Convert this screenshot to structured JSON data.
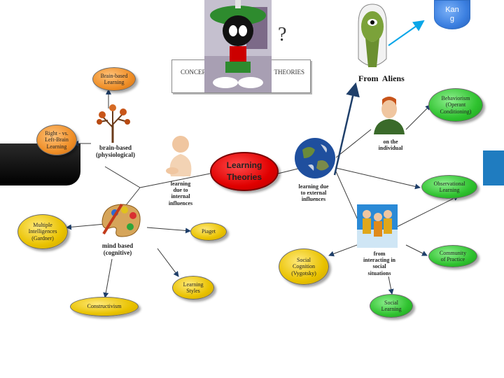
{
  "header": {
    "question_mark": "?",
    "concepts_box_left": "CONCEP",
    "concepts_box_right": "THEORIES",
    "from_aliens": "From  Aliens",
    "kang_label": "Kan\ng"
  },
  "center": {
    "title": "Learning\nTheories"
  },
  "nodes": {
    "brain_based_learning": "Brain-based\nLearning",
    "right_left_brain": "Right - vs.\nLeft-Brain\nLearning",
    "multiple_intelligences": "Multiple\nIntelligences\n(Gardner)",
    "constructivism": "Constructivism",
    "learning_styles": "Learning\nStyles",
    "piaget": "Piaget",
    "social_cognition": "Social\nCognition\n(Vygotsky)",
    "behaviorism": "Behaviorism\n(Operant\nConditioning)",
    "observational_learning": "Observational\nLearning",
    "community_of_practice": "Community\nof Practice",
    "social_learning": "Social\nLearning"
  },
  "labels": {
    "brain_based_physiological": "brain-based\n(physiological)",
    "learning_internal": "learning\ndue to\ninternal\ninfluences",
    "mind_based": "mind based\n(cognitive)",
    "learning_external": "learning due\nto external\ninfluences",
    "on_individual": "on the\nindividual",
    "from_interacting": "from\ninteracting in\nsocial\nsituations"
  },
  "colors": {
    "yellow": "#e9c200",
    "green": "#2fc22f",
    "orange": "#ef8f28",
    "red": "#e00000",
    "blue": "#3b7fe0",
    "arrow": "#1f3f6a",
    "kang": "#0aa6e8"
  },
  "icons": {
    "cartoon": "marvin-martian-icon",
    "alien": "kang-alien-icon",
    "baby": "baby-icon",
    "tree": "tree-icon",
    "earth": "earth-globe-icon",
    "palette": "paint-palette-icon",
    "man": "man-portrait-icon",
    "group": "people-group-icon"
  }
}
